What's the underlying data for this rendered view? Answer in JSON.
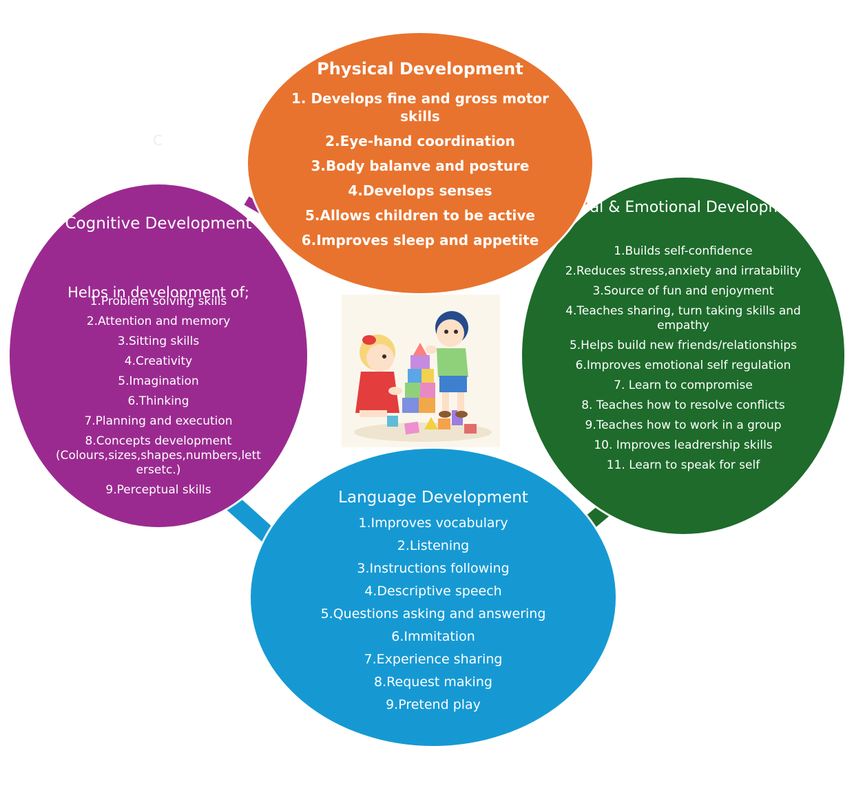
{
  "colors": {
    "physical": "#e8732e",
    "cognitive": "#9b2a90",
    "social": "#1e6b2b",
    "language": "#1699d3"
  },
  "stray_letter": "C",
  "physical": {
    "title": "Physical Development",
    "items": [
      "1. Develops fine and gross motor skills",
      "2.Eye-hand coordination",
      "3.Body balanve and posture",
      "4.Develops senses",
      "5.Allows children to be active",
      "6.Improves sleep and appetite"
    ]
  },
  "cognitive": {
    "title": "Cognitive Development",
    "subtitle": "Helps in development of;",
    "items": [
      "1.Problem solving skills",
      "2.Attention and memory",
      "3.Sitting skills",
      "4.Creativity",
      "5.Imagination",
      "6.Thinking",
      "7.Planning and execution",
      "8.Concepts development (Colours,sizes,shapes,numbers,lett ersetc.)",
      "9.Perceptual skills"
    ]
  },
  "social": {
    "title": "Social & Emotional Development",
    "items": [
      "1.Builds self-confidence",
      "2.Reduces stress,anxiety and irratability",
      "3.Source of fun and enjoyment",
      "4.Teaches sharing, turn taking skills and empathy",
      "5.Helps build new friends/relationships",
      "6.Improves emotional self regulation",
      "7. Learn to compromise",
      "8. Teaches how to resolve conflicts",
      "9.Teaches how to work in a group",
      "10. Improves leadrership skills",
      "11. Learn to speak for self"
    ]
  },
  "language": {
    "title": "Language Development",
    "items": [
      "1.Improves vocabulary",
      "2.Listening",
      "3.Instructions following",
      "4.Descriptive speech",
      "5.Questions asking and answering",
      "6.Immitation",
      "7.Experience sharing",
      "8.Request making",
      "9.Pretend play"
    ]
  }
}
